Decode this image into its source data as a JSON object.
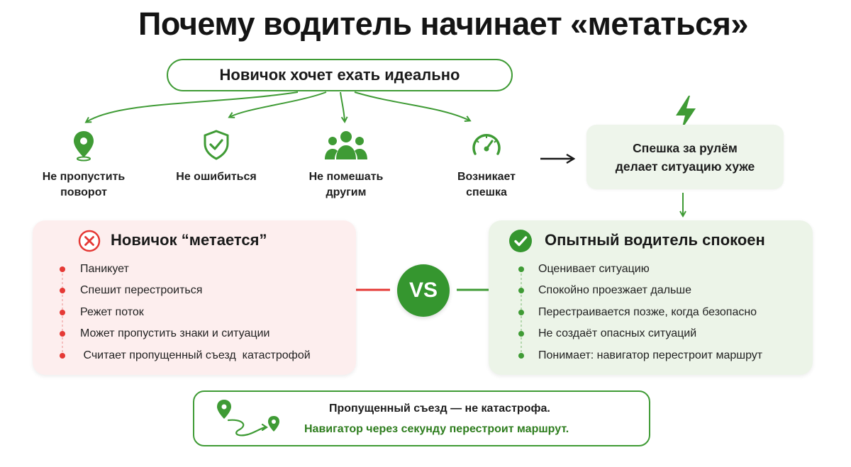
{
  "title": "Почему водитель начинает «метаться»",
  "root": {
    "label": "Новичок хочет ехать идеально"
  },
  "wants": [
    {
      "icon": "map-pin-icon",
      "label": "Не пропустить\nповорот"
    },
    {
      "icon": "shield-check-icon",
      "label": "Не ошибиться"
    },
    {
      "icon": "people-group-icon",
      "label": "Не помешать\nдругим"
    },
    {
      "icon": "speedometer-icon",
      "label": "Возникает\nспешка"
    }
  ],
  "hurry": {
    "icon": "lightning-icon",
    "text": "Спешка за рулём\nделает ситуацию хуже"
  },
  "novice": {
    "icon": "cross-circle-icon",
    "title": "Новичок “метается”",
    "items": [
      "Паникует",
      "Спешит перестроиться",
      "Режет поток",
      "Может пропустить знаки и ситуации",
      " Считает пропущенный съезд  катастрофой"
    ]
  },
  "vs_label": "VS",
  "experienced": {
    "icon": "check-circle-icon",
    "title": "Опытный водитель спокоен",
    "items": [
      "Оценивает ситуацию",
      "Спокойно проезжает дальше",
      "Перестраивается позже, когда безопасно",
      "Не создаёт опасных ситуаций",
      "Понимает: навигатор перестроит маршрут"
    ]
  },
  "bottom": {
    "icon": "route-reroute-icon",
    "line1": "Пропущенный съезд — не катастрофа.",
    "line2": "Навигатор через секунду перестроит маршрут."
  },
  "colors": {
    "green": "#3f9b35",
    "green_dark": "#2e7d1e",
    "red": "#e53935",
    "novice_bg": "#fdeeee",
    "experienced_bg": "#ecf4e8",
    "hurry_bg": "#eef5eb"
  }
}
